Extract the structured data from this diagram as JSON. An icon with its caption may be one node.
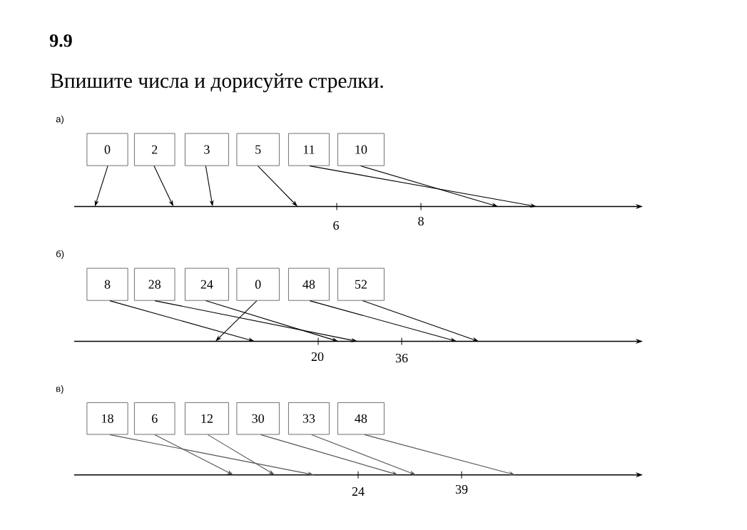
{
  "diagram": {
    "title": "9.9",
    "nodes": [
      {
        "text": [
          "0"
        ]
      },
      {
        "text": [
          "2"
        ]
      },
      {
        "text": [
          "3"
        ]
      },
      {
        "text": [
          "5"
        ]
      },
      {
        "text": [
          "11"
        ]
      },
      {
        "text": [
          "10"
        ]
      },
      {
        "text": [
          "8"
        ]
      },
      {
        "text": [
          "28"
        ]
      },
      {
        "text": [
          "24"
        ]
      },
      {
        "text": [
          "0"
        ]
      },
      {
        "text": [
          "48"
        ]
      },
      {
        "text": [
          "52"
        ]
      },
      {
        "text": [
          "18"
        ]
      },
      {
        "text": [
          "6"
        ]
      },
      {
        "text": [
          "12"
        ]
      },
      {
        "text": [
          "30"
        ]
      },
      {
        "text": [
          "33"
        ]
      },
      {
        "text": [
          "48"
        ]
      }
    ],
    "edges": [
      {
        "from": 0,
        "to": null,
        "arrow": "to"
      },
      {
        "from": 1,
        "to": null,
        "arrow": "to"
      },
      {
        "from": 2,
        "to": null,
        "arrow": "to"
      },
      {
        "from": 3,
        "to": null,
        "arrow": "to"
      },
      {
        "from": 4,
        "to": null,
        "arrow": "to"
      },
      {
        "from": 5,
        "to": null,
        "arrow": "to"
      },
      {
        "from": 6,
        "to": null,
        "arrow": "to"
      },
      {
        "from": 7,
        "to": null,
        "arrow": "to"
      },
      {
        "from": 8,
        "to": null,
        "arrow": "to"
      },
      {
        "from": 9,
        "to": null,
        "arrow": "to"
      },
      {
        "from": 10,
        "to": null,
        "arrow": "to"
      },
      {
        "from": 11,
        "to": null,
        "arrow": "to"
      },
      {
        "from": 12,
        "to": null,
        "arrow": "to",
        "color": "#555555"
      },
      {
        "from": 13,
        "to": null,
        "arrow": "to",
        "color": "#555555"
      },
      {
        "from": 14,
        "to": null,
        "arrow": "to",
        "color": "#555555"
      },
      {
        "from": 15,
        "to": null,
        "arrow": "to",
        "color": "#555555"
      },
      {
        "from": 16,
        "to": null,
        "arrow": "to",
        "color": "#555555"
      },
      {
        "from": 17,
        "to": null,
        "arrow": "to",
        "color": "#555555"
      }
    ],
    "labels": [
      "Впишите числа и дорисуйте стрелки.",
      "а)",
      "6",
      "8",
      "б)",
      "20",
      "36",
      "в)",
      "24",
      "39"
    ]
  }
}
